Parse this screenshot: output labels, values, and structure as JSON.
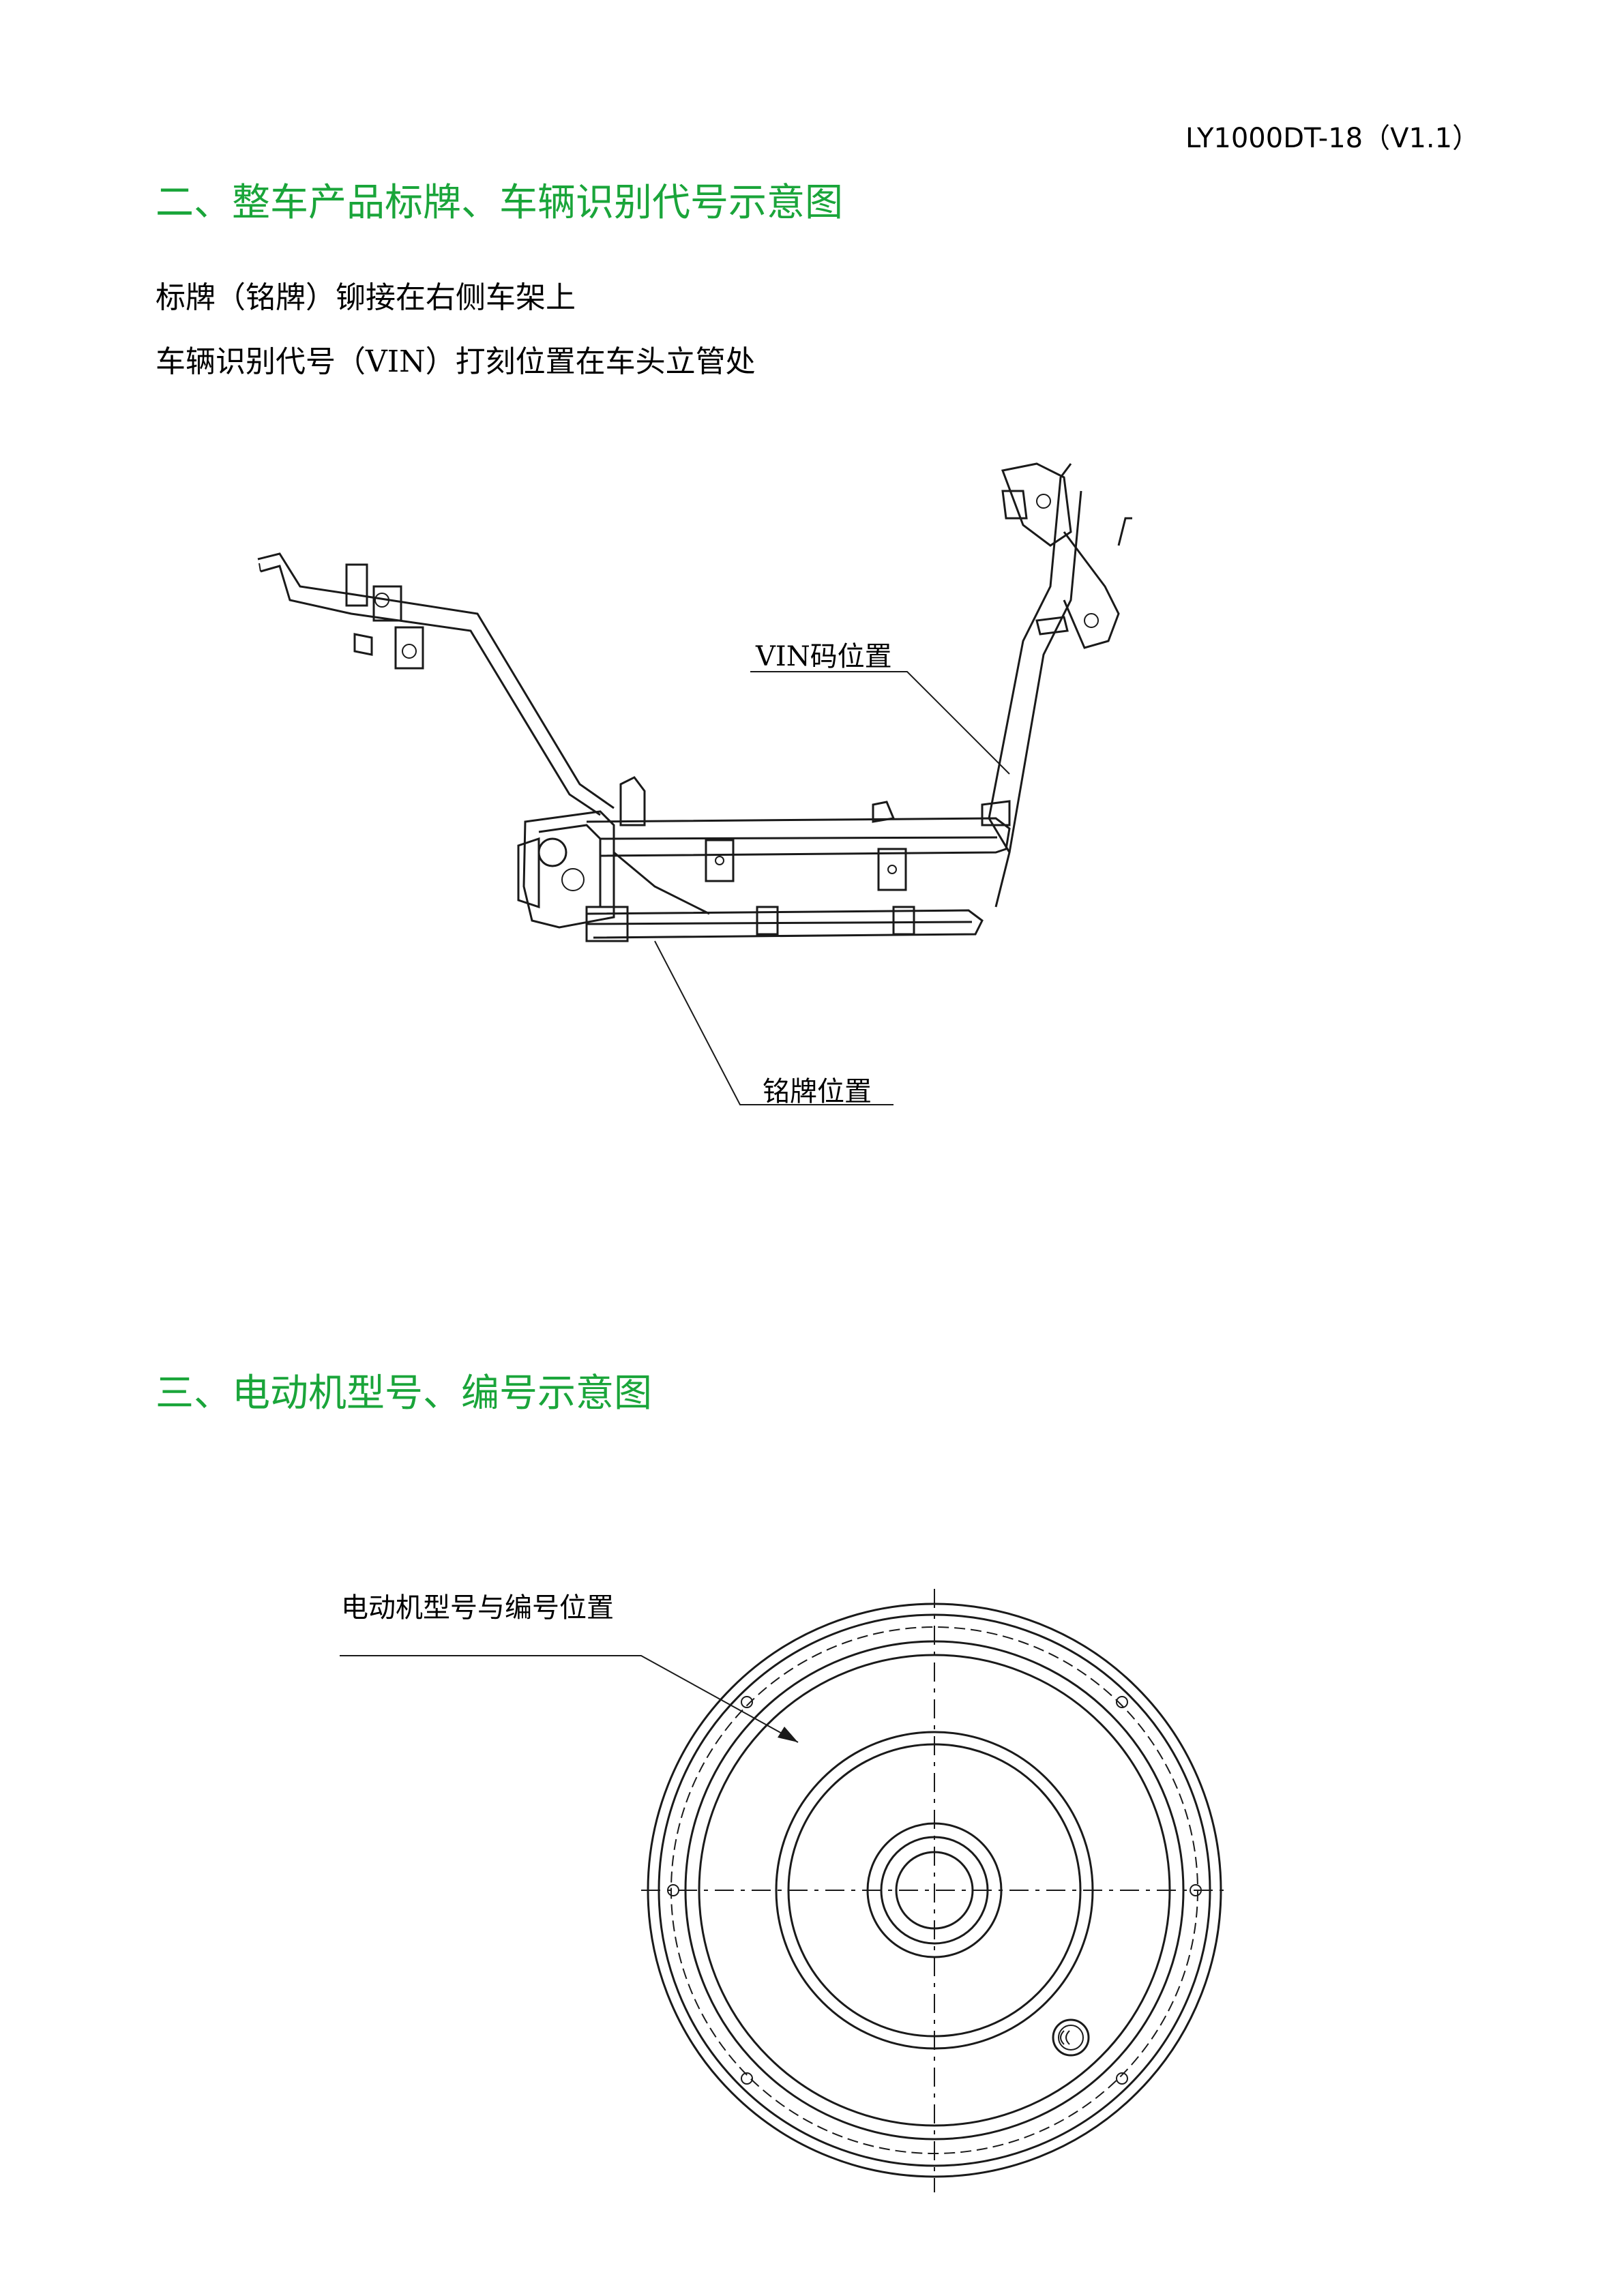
{
  "header": {
    "doc_code": "LY1000DT-18（V1.1）"
  },
  "section2": {
    "heading": "二、整车产品标牌、车辆识别代号示意图",
    "para1": "标牌（铭牌）铆接在右侧车架上",
    "para2": "车辆识别代号（VIN）打刻位置在车头立管处",
    "callout_vin": "VIN码位置",
    "callout_plate": "铭牌位置"
  },
  "section3": {
    "heading": "三、电动机型号、编号示意图",
    "callout_motor": "电动机型号与编号位置"
  },
  "colors": {
    "heading": "#1aa53a",
    "text": "#000000",
    "line": "#1a1a1a"
  }
}
